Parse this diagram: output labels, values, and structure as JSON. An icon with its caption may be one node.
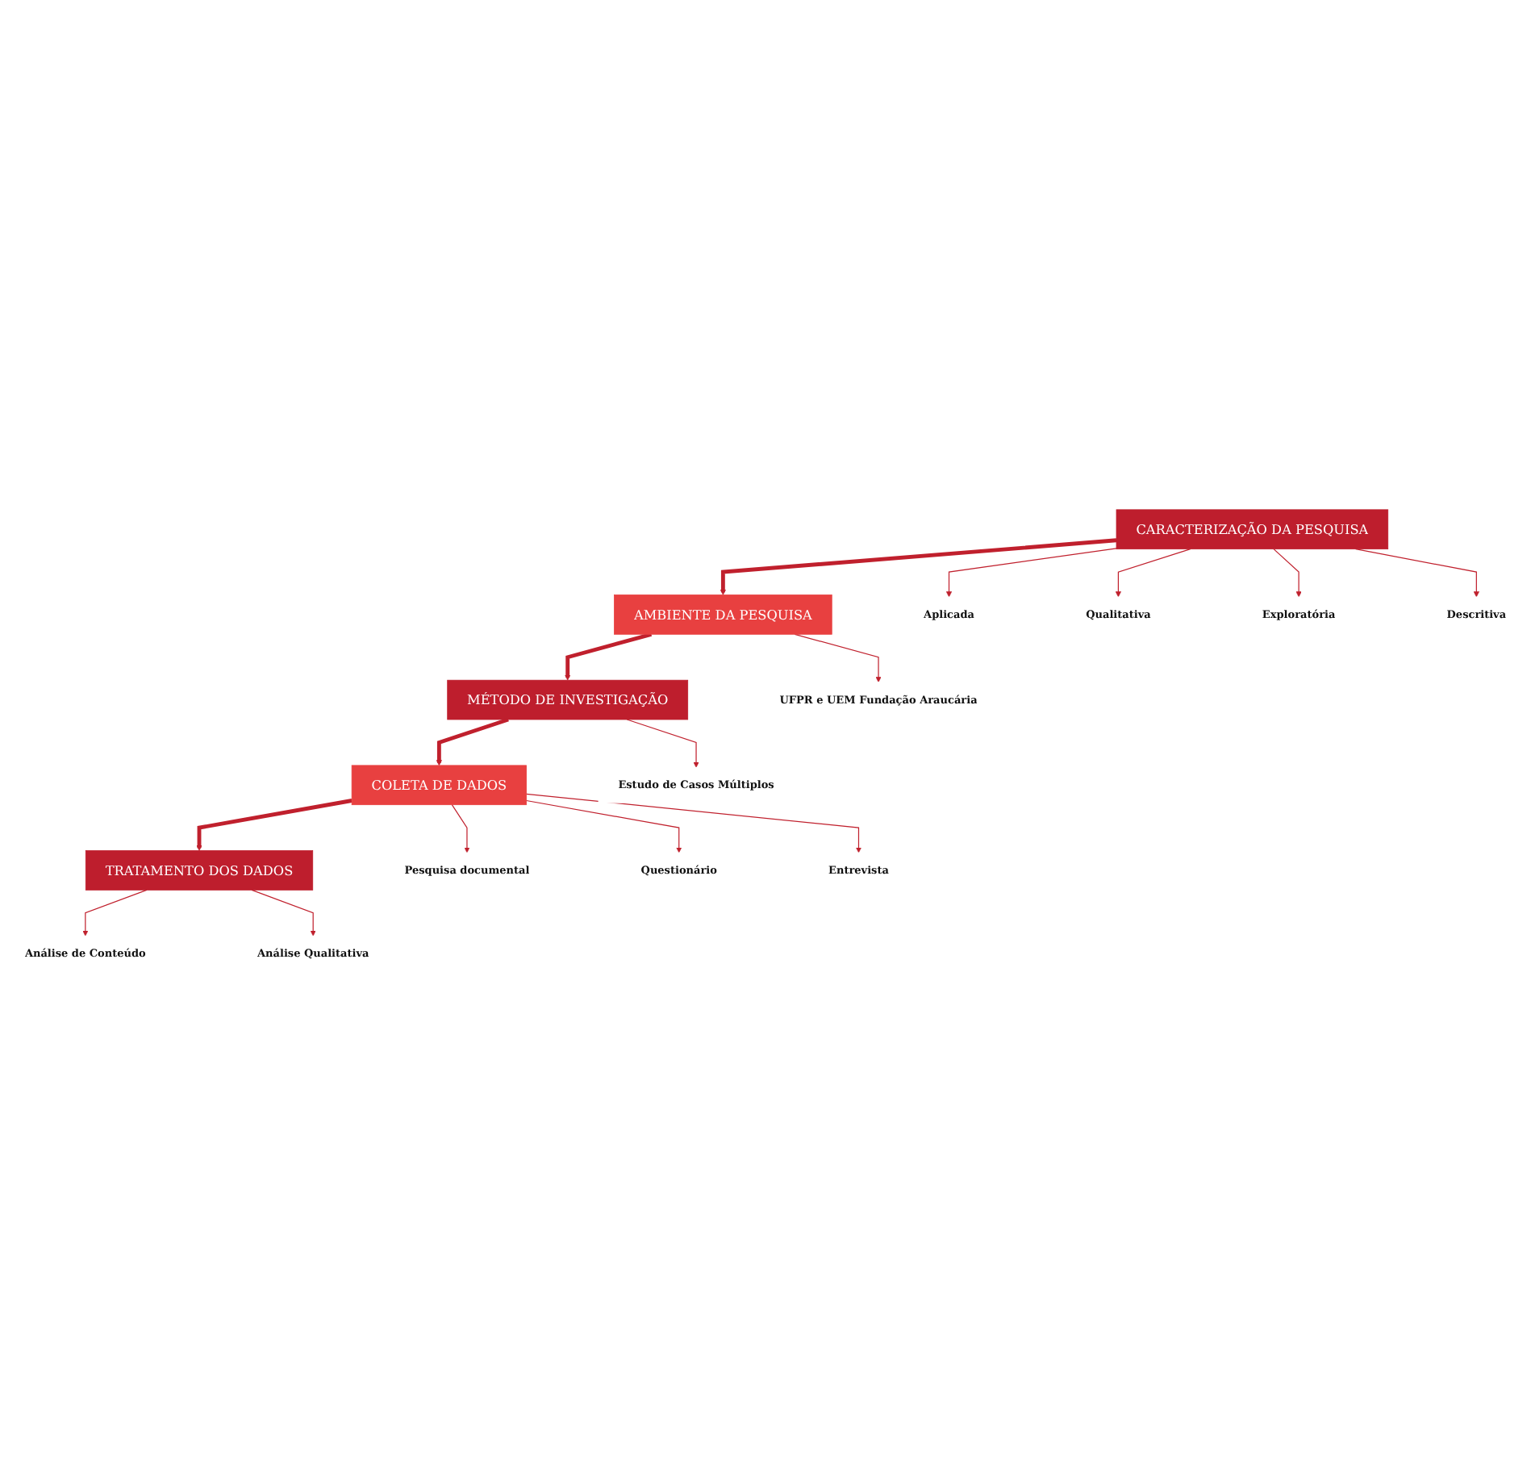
{
  "diagram": {
    "nodes": [
      {
        "text": [
          "CARACTERIZAÇÃO DA PESQUISA"
        ]
      },
      {
        "text": [
          "Aplicada"
        ]
      },
      {
        "text": [
          "Qualitativa"
        ]
      },
      {
        "text": [
          "Exploratória"
        ]
      },
      {
        "text": [
          "Descritiva"
        ]
      },
      {
        "text": [
          "AMBIENTE DA PESQUISA"
        ]
      },
      {
        "text": [
          "UFPR e UEM Fundação Araucária"
        ]
      },
      {
        "text": [
          "MÉTODO DE INVESTIGAÇÃO"
        ]
      },
      {
        "text": [
          "Estudo de Casos Múltiplos"
        ]
      },
      {
        "text": [
          "COLETA DE DADOS"
        ]
      },
      {
        "text": [
          "Pesquisa documental"
        ]
      },
      {
        "text": [
          "Questionário"
        ]
      },
      {
        "text": [
          "Entrevista"
        ]
      },
      {
        "text": [
          "TRATAMENTO DOS DADOS"
        ]
      },
      {
        "text": [
          "Análise de Conteúdo"
        ]
      },
      {
        "text": [
          "Análise Qualitativa"
        ]
      }
    ],
    "edges": [
      {
        "from": 0,
        "to": 1,
        "arrow": "to"
      },
      {
        "from": 0,
        "to": 2,
        "arrow": "to"
      },
      {
        "from": 0,
        "to": 3,
        "arrow": "to"
      },
      {
        "from": 0,
        "to": 4,
        "arrow": "to"
      },
      {
        "from": 0,
        "to": 5,
        "arrow": "to",
        "style": "thick"
      },
      {
        "from": 5,
        "to": 6,
        "arrow": "to"
      },
      {
        "from": 5,
        "to": 7,
        "arrow": "to",
        "style": "thick"
      },
      {
        "from": 7,
        "to": 8,
        "arrow": "to"
      },
      {
        "from": 7,
        "to": 9,
        "arrow": "to",
        "style": "thick"
      },
      {
        "from": 9,
        "to": 10,
        "arrow": "to"
      },
      {
        "from": 9,
        "to": 11,
        "arrow": "to"
      },
      {
        "from": 9,
        "to": 12,
        "arrow": "to"
      },
      {
        "from": 9,
        "to": 13,
        "arrow": "to",
        "style": "thick"
      },
      {
        "from": 13,
        "to": 14,
        "arrow": "to"
      },
      {
        "from": 13,
        "to": 15,
        "arrow": "to"
      }
    ]
  }
}
